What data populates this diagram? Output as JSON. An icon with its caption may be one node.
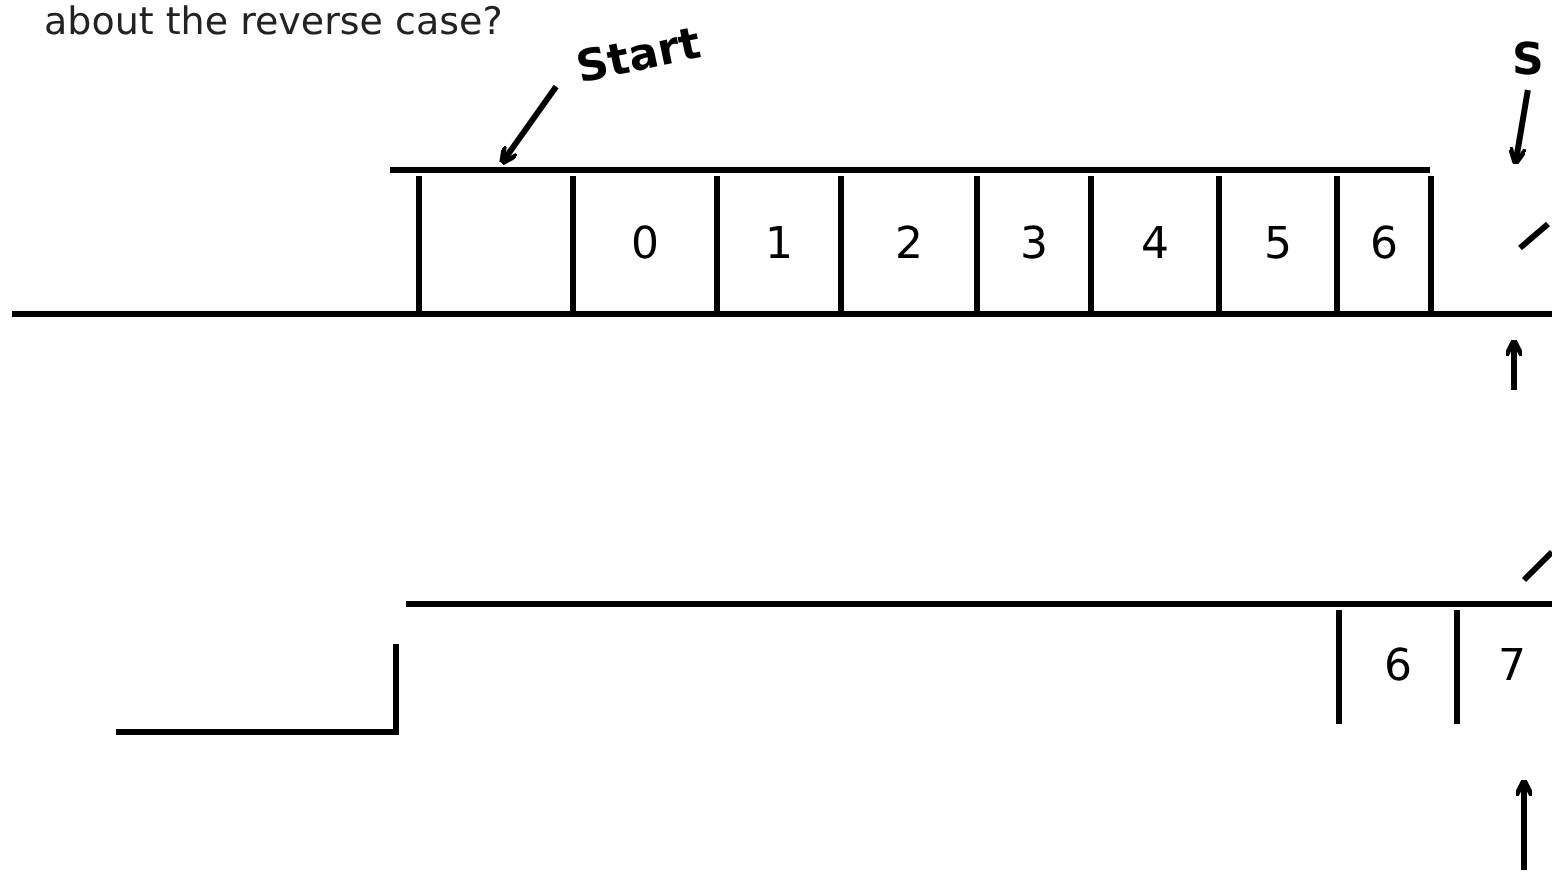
{
  "diagram": {
    "nodes": [
      {
        "text": [
          "Start"
        ]
      },
      {
        "text": [
          "S"
        ]
      },
      {
        "text": [],
        "shape": "box"
      },
      {
        "text": [
          "0"
        ]
      },
      {
        "text": [
          "1"
        ]
      },
      {
        "text": [
          "2"
        ]
      },
      {
        "text": [
          "3"
        ]
      },
      {
        "text": [
          "4"
        ]
      },
      {
        "text": [
          "5"
        ]
      },
      {
        "text": [
          "6"
        ]
      },
      {
        "text": [
          "6"
        ]
      },
      {
        "text": [
          "7"
        ]
      }
    ],
    "edges": [
      {
        "from": 0,
        "to": 2,
        "arrow": "to"
      },
      {
        "from": 1,
        "to": null,
        "arrow": "to"
      }
    ],
    "labels": [
      "about the reverse case?"
    ]
  }
}
